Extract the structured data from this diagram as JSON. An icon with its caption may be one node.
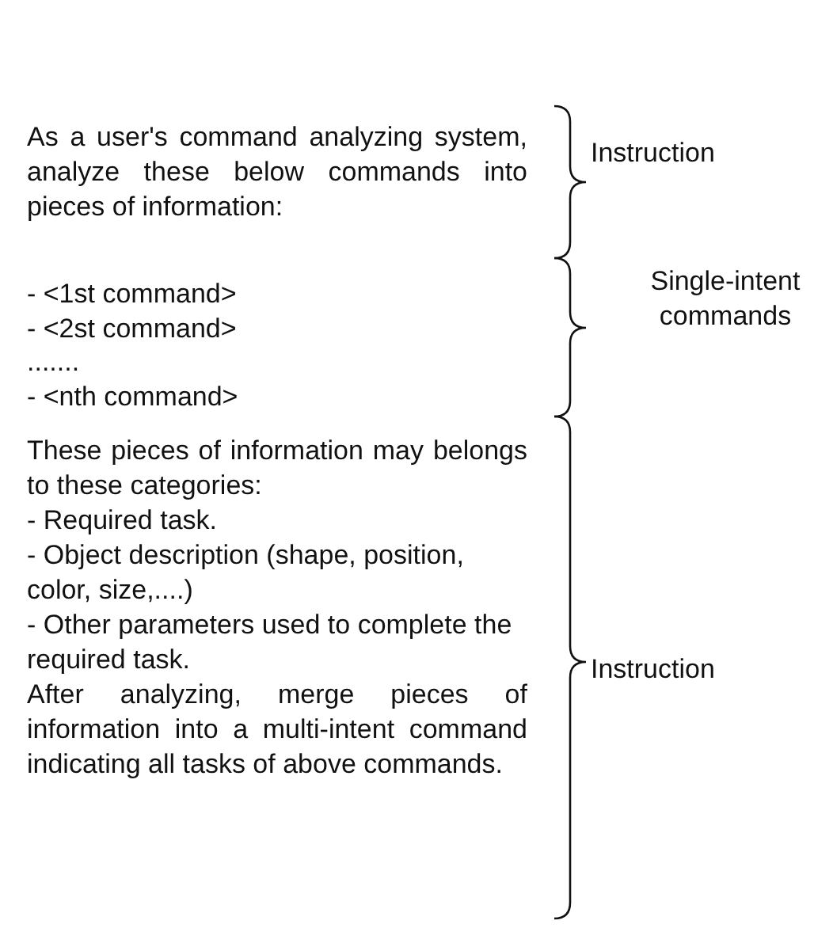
{
  "diagram": {
    "labels": [
      "As a user's command analyzing system, analyze these below commands into pieces of information:",
      "Instruction",
      "- <1st command>",
      "- <2st command>",
      ".......",
      "- <nth command>",
      "Single-intent commands",
      "These pieces of information may belongs to these categories:",
      "- Required task.",
      "- Object description (shape, position, color, size,....)",
      "- Other parameters used to complete the required task.",
      "After analyzing, merge pieces of information into a multi-intent command indicating all tasks of above commands.",
      "Instruction"
    ]
  }
}
